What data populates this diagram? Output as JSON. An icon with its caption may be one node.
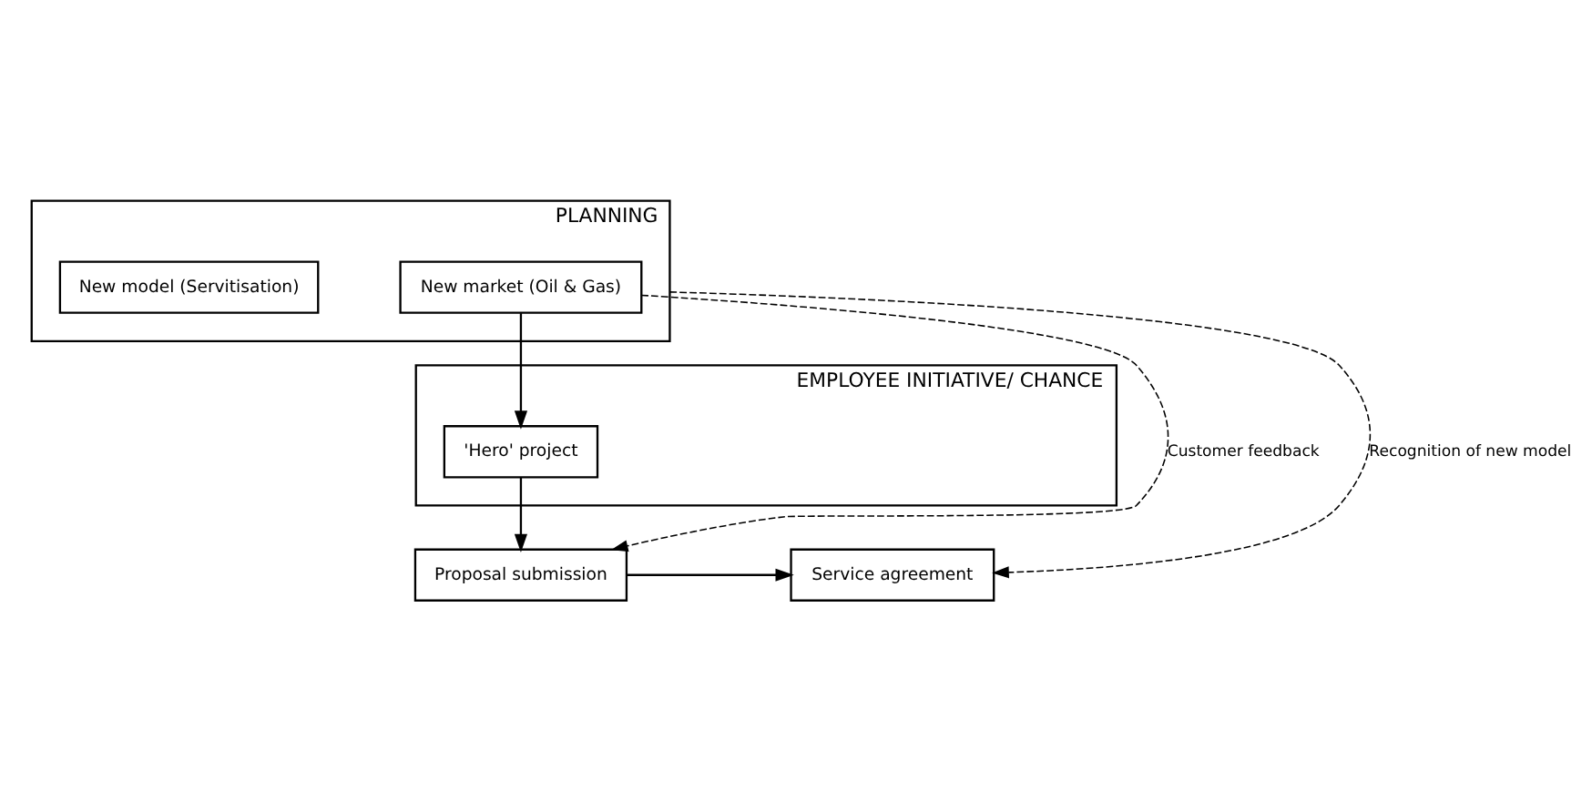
{
  "diagram": {
    "nodes": [
      {
        "text": [
          "PLANNING"
        ]
      },
      {
        "text": [
          "New market (Oil & Gas)"
        ],
        "in": 0
      },
      {
        "text": [
          "New model (Servitisation)"
        ],
        "in": 0
      },
      {
        "text": [
          "EMPLOYEE INITIATIVE/ CHANCE"
        ]
      },
      {
        "text": [
          "'Hero' project"
        ],
        "in": 3
      },
      {
        "text": [
          "Proposal submission"
        ]
      },
      {
        "text": [
          "Service agreement"
        ]
      }
    ],
    "edges": [
      {
        "from": 1,
        "to": 4,
        "arrow": "to"
      },
      {
        "from": 4,
        "to": 5,
        "arrow": "to"
      },
      {
        "from": 5,
        "to": 6,
        "arrow": "to"
      },
      {
        "from": 1,
        "to": 5,
        "arrow": "to",
        "style": "dashed",
        "label": "Customer feedback"
      },
      {
        "from": 0,
        "to": 6,
        "arrow": "to",
        "style": "dashed",
        "label": "Recognition of new model"
      }
    ]
  }
}
